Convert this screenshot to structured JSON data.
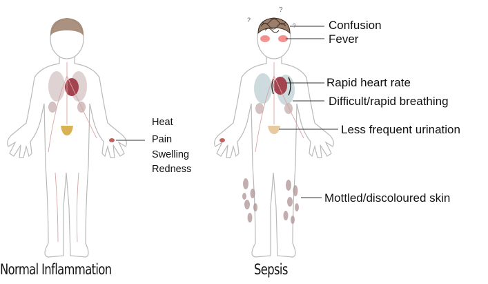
{
  "figure": {
    "left_caption": "Normal Inflammation",
    "right_caption": "Sepsis"
  },
  "inflammation_signs": [
    "Heat",
    "Pain",
    "Swelling",
    "Redness"
  ],
  "sepsis_symptoms": {
    "confusion": "Confusion",
    "fever": "Fever",
    "heart": "Rapid heart rate",
    "breathing": "Difficult/rapid breathing",
    "urination": "Less frequent urination",
    "skin": "Mottled/discoloured skin"
  },
  "colors": {
    "outline": "#b9b9b9",
    "hair": "#9b7e6a",
    "heart": "#a3434f",
    "lungs": "#d2bfbf",
    "lungs_sepsis": "#bccfd4",
    "bladder": "#d8b253",
    "skin_mottle": "#a98d8e",
    "fever": "#ef6b6b"
  }
}
